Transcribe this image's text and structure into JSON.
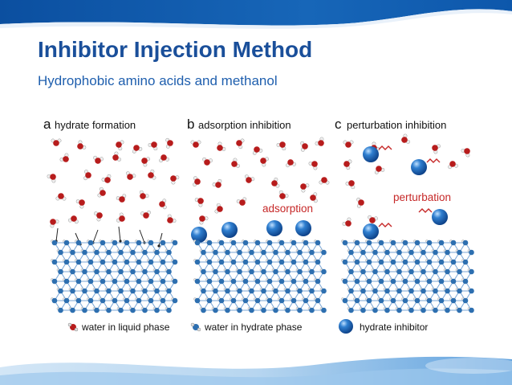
{
  "slide": {
    "title": "Inhibitor Injection Method",
    "subtitle": "Hydrophobic amino acids and methanol"
  },
  "figure": {
    "panels": [
      {
        "letter": "a",
        "caption": "hydrate formation"
      },
      {
        "letter": "b",
        "caption": "adsorption inhibition",
        "annotation": "adsorption"
      },
      {
        "letter": "c",
        "caption": "perturbation inhibition",
        "annotation": "perturbation"
      }
    ],
    "legend": [
      {
        "label": "water in liquid phase",
        "icon": "water-molecule-icon"
      },
      {
        "label": "water in hydrate phase",
        "icon": "hydrate-water-icon"
      },
      {
        "label": "hydrate inhibitor",
        "icon": "inhibitor-sphere-icon"
      }
    ]
  },
  "colors": {
    "title": "#1a4f9a",
    "subtitle": "#1f5fae",
    "annotation": "#c62828",
    "oxygen": "#b71c1c",
    "hydrate_lattice": "#2d6fb0",
    "inhibitor": "#1565c0"
  }
}
